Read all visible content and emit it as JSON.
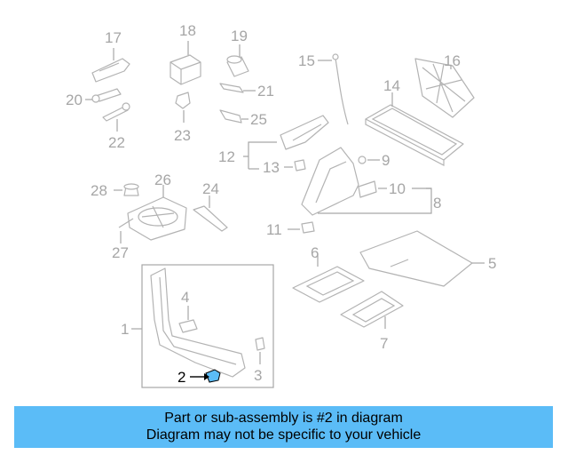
{
  "callouts": [
    "1",
    "2",
    "3",
    "4",
    "5",
    "6",
    "7",
    "8",
    "9",
    "10",
    "11",
    "12",
    "13",
    "14",
    "15",
    "16",
    "17",
    "18",
    "19",
    "20",
    "21",
    "22",
    "23",
    "24",
    "25",
    "26",
    "27",
    "28"
  ],
  "highlighted_callout": "2",
  "colors": {
    "banner": "#5bbcf7",
    "highlight_part": "#5bbcf7",
    "line_art": "#b3b3b3",
    "label": "#a6a6a6"
  },
  "footer": {
    "line1": "Part or sub-assembly is #2 in diagram",
    "line2": "Diagram may not be specific to your vehicle"
  }
}
